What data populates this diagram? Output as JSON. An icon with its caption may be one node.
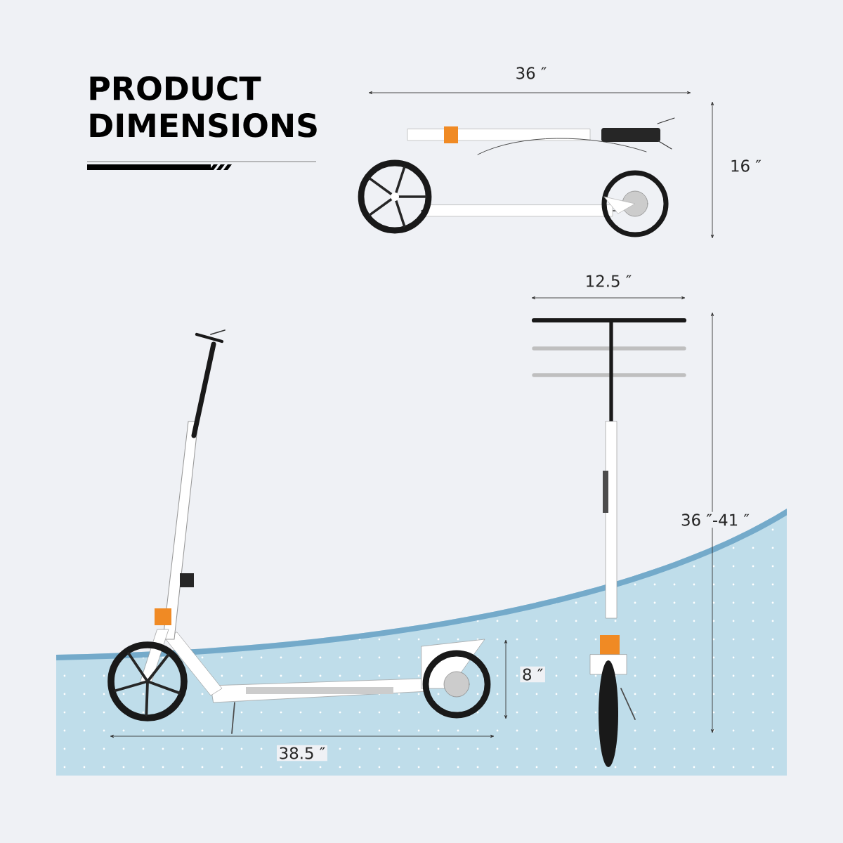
{
  "diagram": {
    "title": "PRODUCT DIMENSIONS",
    "labels": [
      "36 ″",
      "16 ″",
      "12.5 ″",
      "36 ″-41 ″",
      "8 ″",
      "38.5 ″"
    ]
  }
}
